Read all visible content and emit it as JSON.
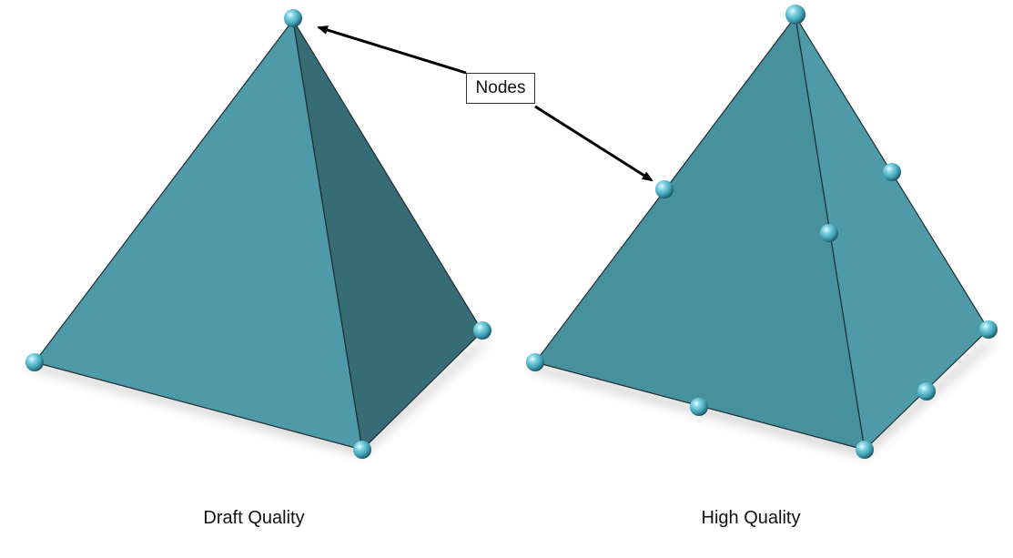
{
  "callout": {
    "label": "Nodes"
  },
  "elements": [
    {
      "caption": "Draft Quality"
    },
    {
      "caption": "High Quality"
    }
  ],
  "colors": {
    "face_light": "#4f9aa8",
    "face_mid": "#47909e",
    "face_dark": "#376b76",
    "edge": "#1d2e33",
    "node_fill": "#5ec1d6",
    "shadow": "#bdbdbd"
  }
}
